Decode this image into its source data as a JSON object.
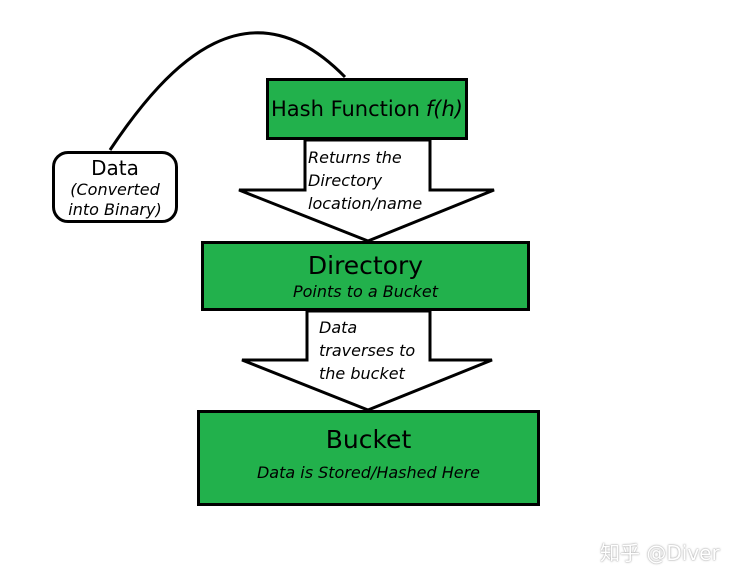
{
  "hash_function": {
    "label": "Hash Function",
    "symbol": "f(h)"
  },
  "data_node": {
    "title": "Data",
    "subtitle_line1": "(Converted",
    "subtitle_line2": "into Binary)"
  },
  "arrow1": {
    "lines": [
      "Returns the",
      "Directory",
      "location/name"
    ]
  },
  "directory": {
    "title": "Directory",
    "subtitle": "Points to a Bucket"
  },
  "arrow2": {
    "lines": [
      "Data",
      "traverses to",
      "the bucket"
    ]
  },
  "bucket": {
    "title": "Bucket",
    "subtitle": "Data is Stored/Hashed Here"
  },
  "watermark": "知乎 @Diver",
  "colors": {
    "box_fill": "#22b14c",
    "stroke": "#000000",
    "background": "#ffffff"
  }
}
